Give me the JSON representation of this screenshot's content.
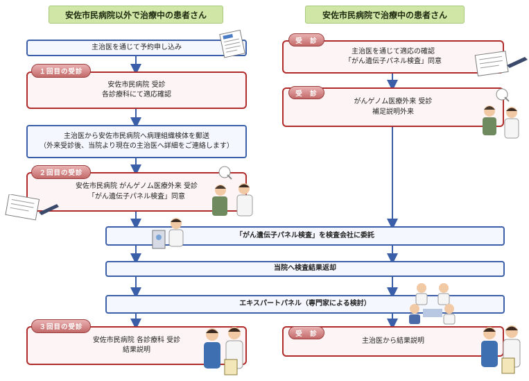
{
  "headers": {
    "left": "安佐市民病院以外で治療中の患者さん",
    "right": "安佐市民病院で治療中の患者さん"
  },
  "left_flow": {
    "step1": "主治医を通じて予約申し込み",
    "tag1": "１回目の受診",
    "box1_line1": "安佐市民病院 受診",
    "box1_line2": "各診療科にて適応確認",
    "box2_line1": "主治医から安佐市民病院へ病理組織検体を郵送",
    "box2_line2": "（外来受診後、当院より現在の主治医へ詳細をご連絡します）",
    "tag2": "２回目の受診",
    "box3_line1": "安佐市民病院 がんゲノム医療外来 受診",
    "box3_line2": "「がん遺伝子パネル検査」同意",
    "tag3": "３回目の受診",
    "box4_line1": "安佐市民病院 各診療科 受診",
    "box4_line2": "結果説明"
  },
  "right_flow": {
    "tag1": "受　診",
    "box1_line1": "主治医を通じて適応の確認",
    "box1_line2": "「がん遺伝子パネル検査」同意",
    "tag2": "受　診",
    "box2_line1": "がんゲノム医療外来 受診",
    "box2_line2": "補足説明外来",
    "tag3": "受　診",
    "box3_line1": "主治医から結果説明"
  },
  "shared_flow": {
    "step1": "「がん遺伝子パネル検査」を検査会社に委託",
    "step2": "当院へ検査結果返却",
    "step3": "エキスパートパネル（専門家による検討）"
  },
  "colors": {
    "blue": "#3b5ea8",
    "red": "#b02a2a",
    "header_green": "#cfe6a6"
  },
  "illustrations": [
    "document-icon",
    "doctor-patient-icon",
    "lab-scientist-icon",
    "expert-panel-icon",
    "signing-document-icon"
  ]
}
